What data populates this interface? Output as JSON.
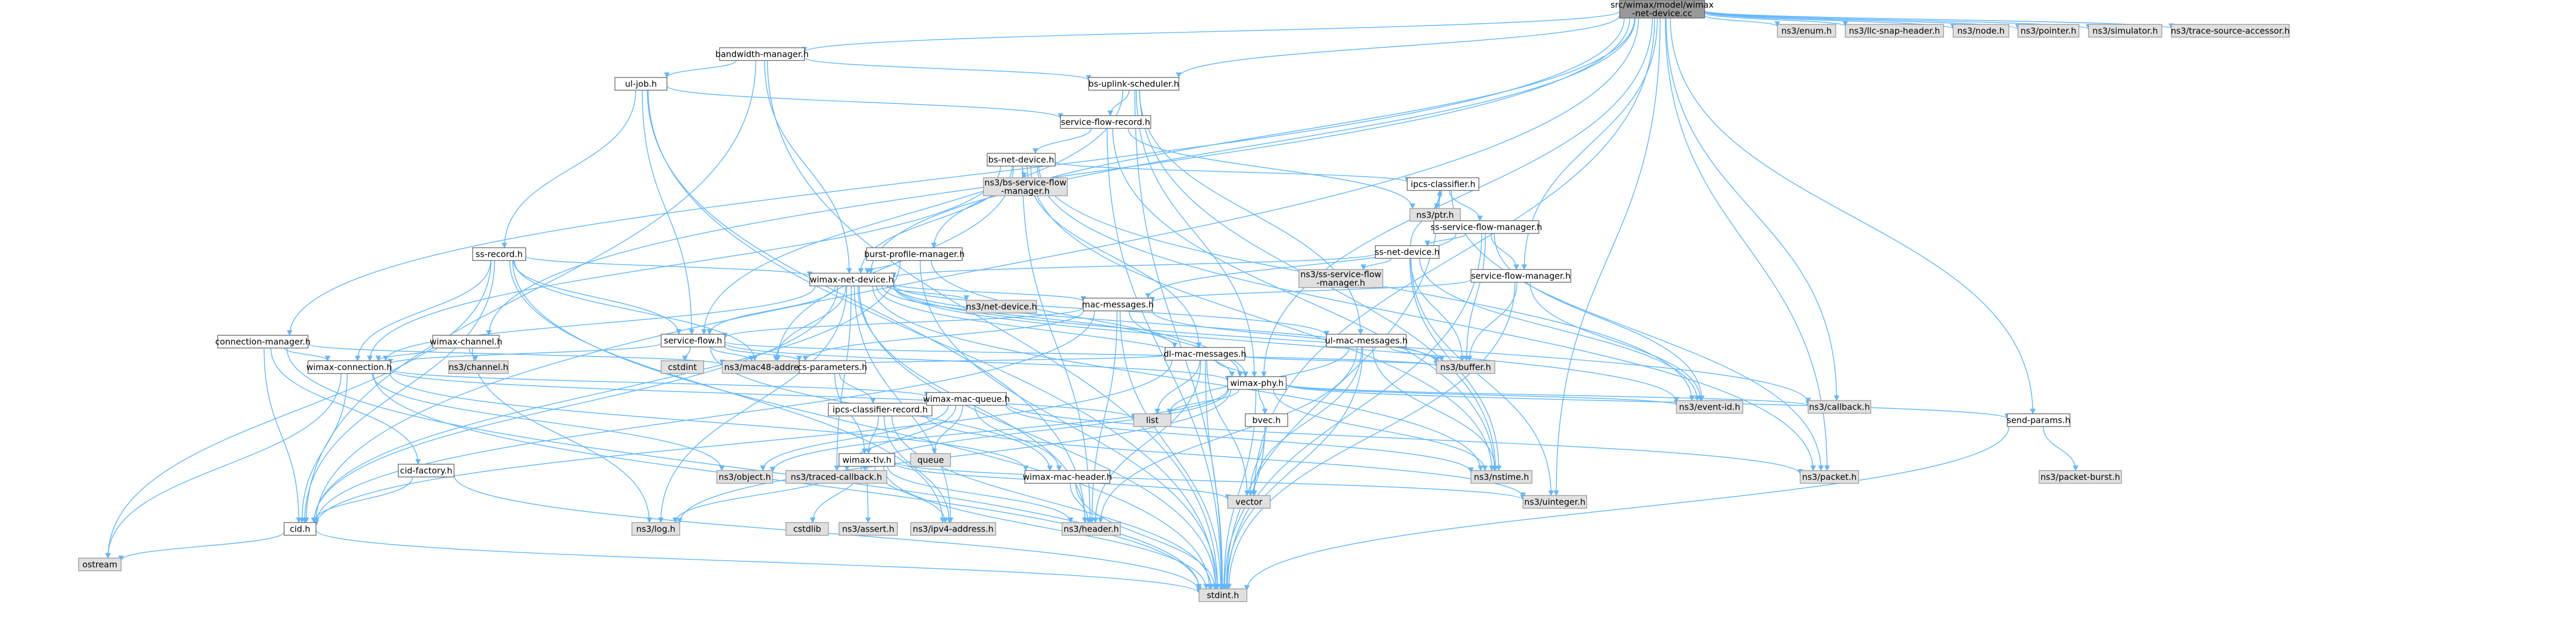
{
  "diagram": {
    "root": "src/wimax/model/wimax-net-device.cc",
    "nodes": [
      {
        "id": "root",
        "lines": [
          "src/wimax/model/wimax",
          "-net-device.cc"
        ],
        "kind": "root"
      },
      {
        "id": "bandwidth-manager",
        "lines": [
          "bandwidth-manager.h"
        ],
        "kind": "white"
      },
      {
        "id": "ns3-enum",
        "lines": [
          "ns3/enum.h"
        ],
        "kind": "grey"
      },
      {
        "id": "ns3-llc-snap",
        "lines": [
          "ns3/llc-snap-header.h"
        ],
        "kind": "grey"
      },
      {
        "id": "ns3-node",
        "lines": [
          "ns3/node.h"
        ],
        "kind": "grey"
      },
      {
        "id": "ns3-pointer",
        "lines": [
          "ns3/pointer.h"
        ],
        "kind": "grey"
      },
      {
        "id": "ns3-simulator",
        "lines": [
          "ns3/simulator.h"
        ],
        "kind": "grey"
      },
      {
        "id": "ns3-trace-source",
        "lines": [
          "ns3/trace-source-accessor.h"
        ],
        "kind": "grey"
      },
      {
        "id": "ul-job",
        "lines": [
          "ul-job.h"
        ],
        "kind": "white"
      },
      {
        "id": "bs-uplink-scheduler",
        "lines": [
          "bs-uplink-scheduler.h"
        ],
        "kind": "white"
      },
      {
        "id": "service-flow-record",
        "lines": [
          "service-flow-record.h"
        ],
        "kind": "white"
      },
      {
        "id": "bs-net-device",
        "lines": [
          "bs-net-device.h"
        ],
        "kind": "white"
      },
      {
        "id": "ns3-bs-sfm",
        "lines": [
          "ns3/bs-service-flow",
          "-manager.h"
        ],
        "kind": "grey"
      },
      {
        "id": "ipcs-classifier",
        "lines": [
          "ipcs-classifier.h"
        ],
        "kind": "white"
      },
      {
        "id": "ns3-ptr",
        "lines": [
          "ns3/ptr.h"
        ],
        "kind": "grey"
      },
      {
        "id": "ss-service-flow-manager",
        "lines": [
          "ss-service-flow-manager.h"
        ],
        "kind": "white"
      },
      {
        "id": "ss-net-device",
        "lines": [
          "ss-net-device.h"
        ],
        "kind": "white"
      },
      {
        "id": "ns3-ss-sfm",
        "lines": [
          "ns3/ss-service-flow",
          "-manager.h"
        ],
        "kind": "grey"
      },
      {
        "id": "service-flow-manager",
        "lines": [
          "service-flow-manager.h"
        ],
        "kind": "white"
      },
      {
        "id": "ss-record",
        "lines": [
          "ss-record.h"
        ],
        "kind": "white"
      },
      {
        "id": "burst-profile-manager",
        "lines": [
          "burst-profile-manager.h"
        ],
        "kind": "white"
      },
      {
        "id": "wimax-net-device",
        "lines": [
          "wimax-net-device.h"
        ],
        "kind": "white"
      },
      {
        "id": "ns3-net-device",
        "lines": [
          "ns3/net-device.h"
        ],
        "kind": "grey"
      },
      {
        "id": "mac-messages",
        "lines": [
          "mac-messages.h"
        ],
        "kind": "white"
      },
      {
        "id": "ul-mac-messages",
        "lines": [
          "ul-mac-messages.h"
        ],
        "kind": "white"
      },
      {
        "id": "dl-mac-messages",
        "lines": [
          "dl-mac-messages.h"
        ],
        "kind": "white"
      },
      {
        "id": "service-flow",
        "lines": [
          "service-flow.h"
        ],
        "kind": "white"
      },
      {
        "id": "connection-manager",
        "lines": [
          "connection-manager.h"
        ],
        "kind": "white"
      },
      {
        "id": "wimax-channel",
        "lines": [
          "wimax-channel.h"
        ],
        "kind": "white"
      },
      {
        "id": "ns3-channel",
        "lines": [
          "ns3/channel.h"
        ],
        "kind": "grey"
      },
      {
        "id": "wimax-connection",
        "lines": [
          "wimax-connection.h"
        ],
        "kind": "white"
      },
      {
        "id": "cstdint",
        "lines": [
          "cstdint"
        ],
        "kind": "grey"
      },
      {
        "id": "ns3-mac48",
        "lines": [
          "ns3/mac48-address.h"
        ],
        "kind": "grey"
      },
      {
        "id": "cs-parameters",
        "lines": [
          "cs-parameters.h"
        ],
        "kind": "white"
      },
      {
        "id": "wimax-phy",
        "lines": [
          "wimax-phy.h"
        ],
        "kind": "white"
      },
      {
        "id": "ns3-buffer",
        "lines": [
          "ns3/buffer.h"
        ],
        "kind": "grey"
      },
      {
        "id": "ipcs-classifier-record",
        "lines": [
          "ipcs-classifier-record.h"
        ],
        "kind": "white"
      },
      {
        "id": "wimax-mac-queue",
        "lines": [
          "wimax-mac-queue.h"
        ],
        "kind": "white"
      },
      {
        "id": "list",
        "lines": [
          "list"
        ],
        "kind": "grey"
      },
      {
        "id": "bvec",
        "lines": [
          "bvec.h"
        ],
        "kind": "white"
      },
      {
        "id": "ns3-event-id",
        "lines": [
          "ns3/event-id.h"
        ],
        "kind": "grey"
      },
      {
        "id": "ns3-callback",
        "lines": [
          "ns3/callback.h"
        ],
        "kind": "grey"
      },
      {
        "id": "send-params",
        "lines": [
          "send-params.h"
        ],
        "kind": "white"
      },
      {
        "id": "cid-factory",
        "lines": [
          "cid-factory.h"
        ],
        "kind": "white"
      },
      {
        "id": "wimax-tlv",
        "lines": [
          "wimax-tlv.h"
        ],
        "kind": "white"
      },
      {
        "id": "queue",
        "lines": [
          "queue"
        ],
        "kind": "grey"
      },
      {
        "id": "ns3-object",
        "lines": [
          "ns3/object.h"
        ],
        "kind": "grey"
      },
      {
        "id": "ns3-traced-callback",
        "lines": [
          "ns3/traced-callback.h"
        ],
        "kind": "grey"
      },
      {
        "id": "wimax-mac-header",
        "lines": [
          "wimax-mac-header.h"
        ],
        "kind": "white"
      },
      {
        "id": "ns3-nstime",
        "lines": [
          "ns3/nstime.h"
        ],
        "kind": "grey"
      },
      {
        "id": "ns3-packet",
        "lines": [
          "ns3/packet.h"
        ],
        "kind": "grey"
      },
      {
        "id": "ns3-packet-burst",
        "lines": [
          "ns3/packet-burst.h"
        ],
        "kind": "grey"
      },
      {
        "id": "cid",
        "lines": [
          "cid.h"
        ],
        "kind": "white"
      },
      {
        "id": "ns3-log",
        "lines": [
          "ns3/log.h"
        ],
        "kind": "grey"
      },
      {
        "id": "cstdlib",
        "lines": [
          "cstdlib"
        ],
        "kind": "grey"
      },
      {
        "id": "ns3-assert",
        "lines": [
          "ns3/assert.h"
        ],
        "kind": "grey"
      },
      {
        "id": "ns3-ipv4",
        "lines": [
          "ns3/ipv4-address.h"
        ],
        "kind": "grey"
      },
      {
        "id": "ns3-header",
        "lines": [
          "ns3/header.h"
        ],
        "kind": "grey"
      },
      {
        "id": "vector",
        "lines": [
          "vector"
        ],
        "kind": "grey"
      },
      {
        "id": "ns3-uinteger",
        "lines": [
          "ns3/uinteger.h"
        ],
        "kind": "grey"
      },
      {
        "id": "ostream",
        "lines": [
          "ostream"
        ],
        "kind": "grey"
      },
      {
        "id": "stdint",
        "lines": [
          "stdint.h"
        ],
        "kind": "grey"
      }
    ]
  }
}
